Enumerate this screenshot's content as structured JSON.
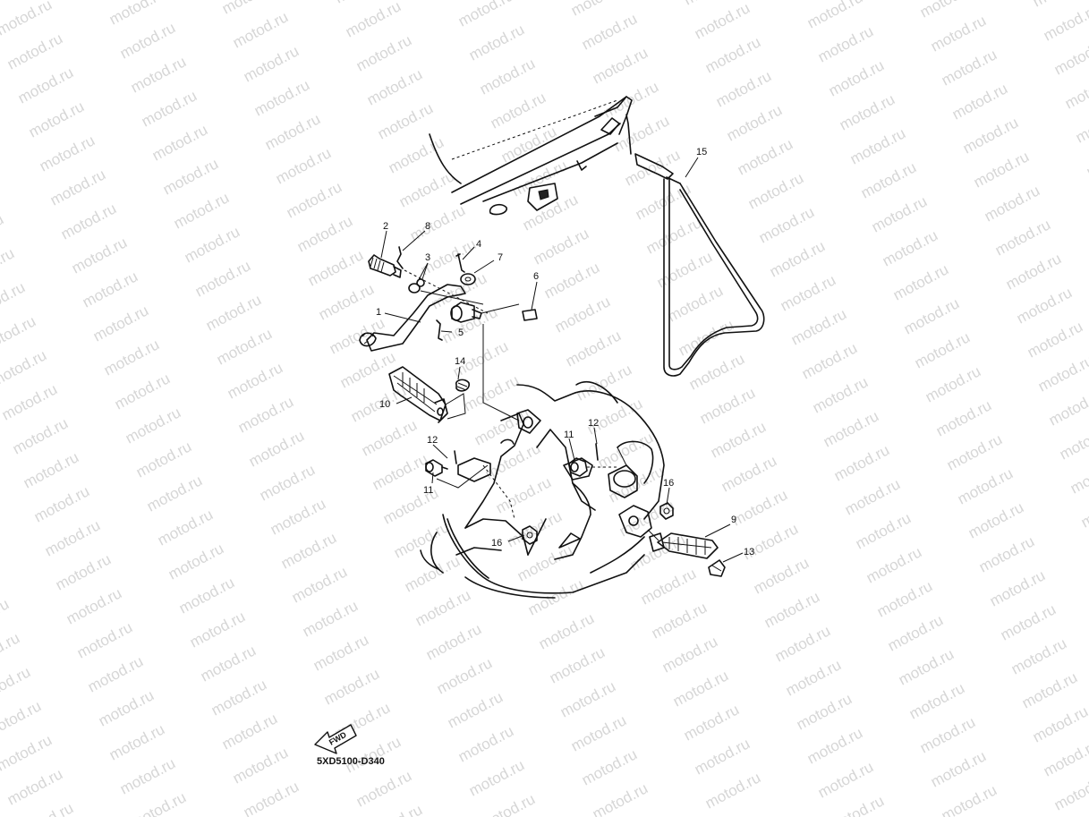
{
  "watermark": {
    "text": "motod.ru"
  },
  "callouts": {
    "c1": "1",
    "c2": "2",
    "c3": "3",
    "c4": "4",
    "c5": "5",
    "c6": "6",
    "c7": "7",
    "c8": "8",
    "c9": "9",
    "c10": "10",
    "c11a": "11",
    "c11b": "11",
    "c12a": "12",
    "c12b": "12",
    "c13": "13",
    "c14": "14",
    "c15": "15",
    "c16a": "16",
    "c16b": "16"
  },
  "fwd_arrow": {
    "label": "FWD"
  },
  "drawing_code": "5XD5100-D340",
  "colors": {
    "line": "#111111",
    "watermark": "#d6d6d6",
    "background": "#ffffff"
  }
}
